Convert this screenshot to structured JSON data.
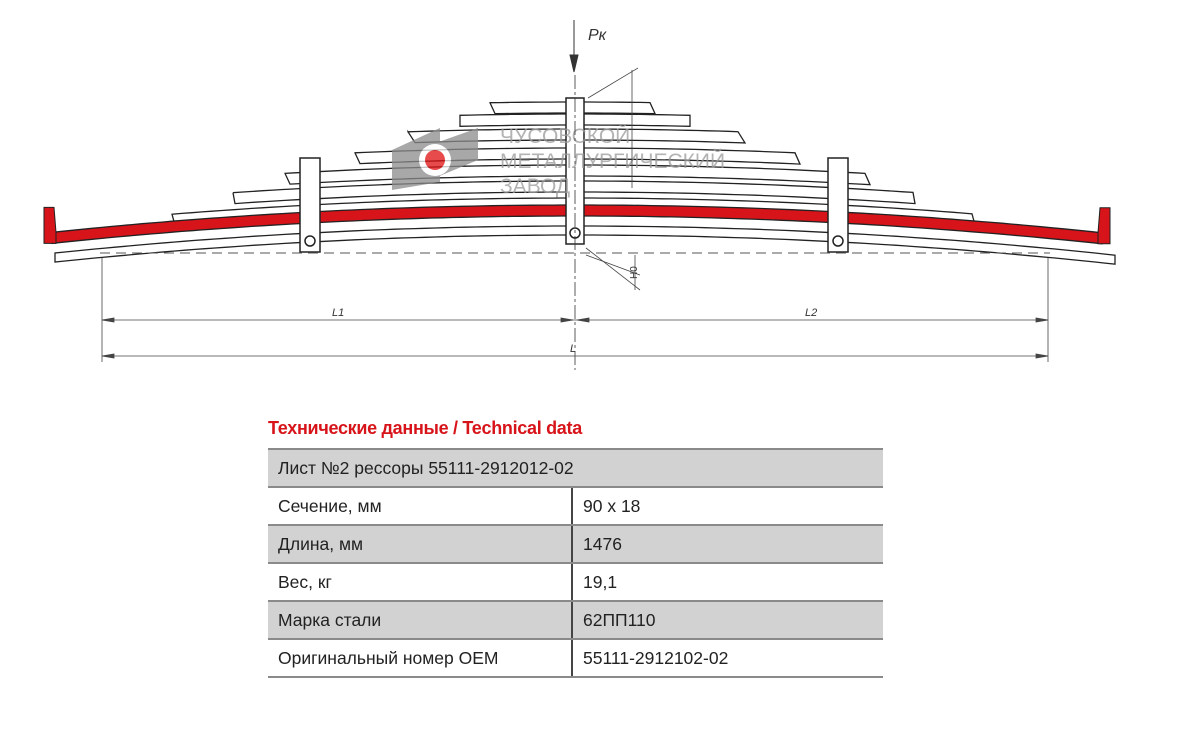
{
  "drawing": {
    "load_label": "Pк",
    "height_label": "H0",
    "dim_l1": "L1",
    "dim_l2": "L2",
    "dim_l": "L",
    "watermark": [
      "ЧУСОВСКОЙ",
      "МЕТАЛЛУРГИЧЕСКИЙ",
      "ЗАВОД"
    ],
    "accent_color": "#d7141a"
  },
  "section_title": "Технические данные / Technical data",
  "table": {
    "header": "Лист №2 рессоры 55111-2912012-02",
    "rows": [
      {
        "label": "Сечение, мм",
        "value": "90 x 18"
      },
      {
        "label": "Длина, мм",
        "value": "1476"
      },
      {
        "label": "Вес, кг",
        "value": "19,1"
      },
      {
        "label": "Марка стали",
        "value": "62ПП110"
      },
      {
        "label": "Оригинальный номер OEM",
        "value": "55111-2912102-02"
      }
    ]
  }
}
